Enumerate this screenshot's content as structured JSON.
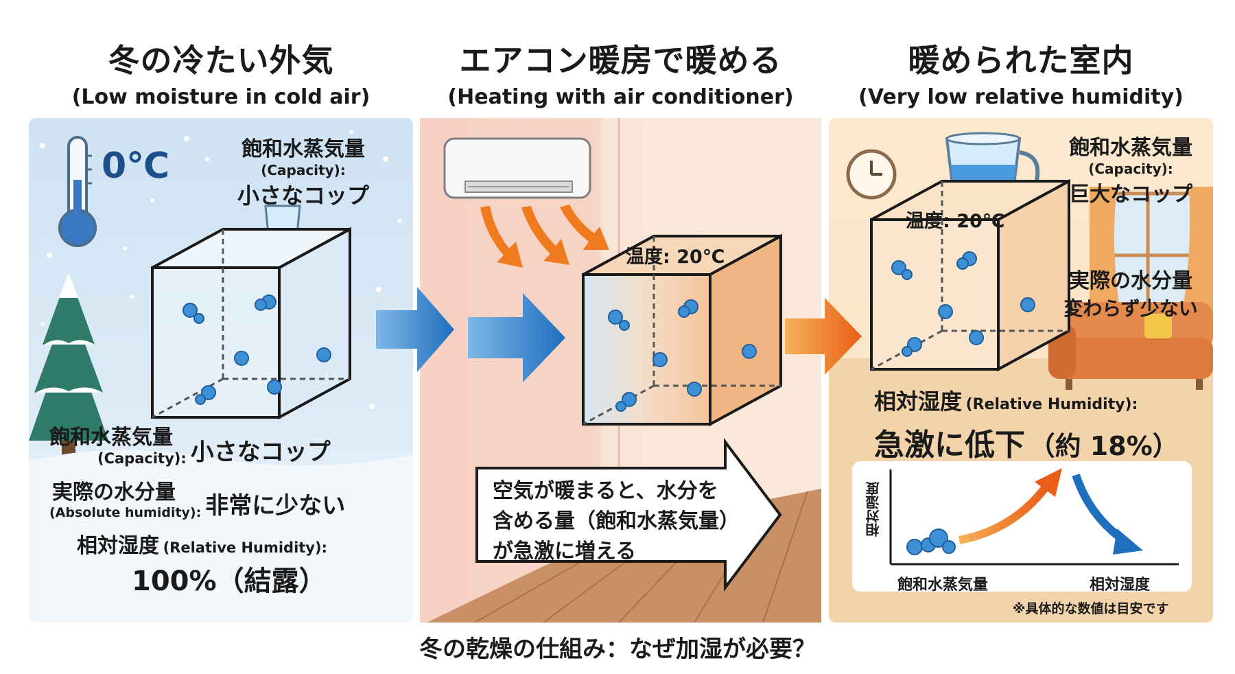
{
  "headers": [
    {
      "jp": "冬の冷たい外気",
      "en": "(Low moisture in cold air)"
    },
    {
      "jp": "エアコン暖房で暖める",
      "en": "(Heating with air conditioner)"
    },
    {
      "jp": "暖められた室内",
      "en": "(Very low relative humidity)"
    }
  ],
  "panel1": {
    "temp": "0℃",
    "capacity_title": "飽和水蒸気量",
    "capacity_en": "(Capacity):",
    "capacity_value": "小さなコップ",
    "list": {
      "cap_label": "飽和水蒸気量",
      "cap_en": "(Capacity):",
      "cap_value": "小さなコップ",
      "abs_label": "実際の水分量",
      "abs_en": "(Absolute humidity):",
      "abs_value": "非常に少ない",
      "rh_label": "相対湿度",
      "rh_en": "(Relative Humidity):",
      "rh_value": "100%（結露）"
    }
  },
  "panel2": {
    "cube_label": "温度: 20℃",
    "callout": [
      "空気が暖まると、水分を",
      "含める量（飽和水蒸気量）",
      "が急激に増える"
    ]
  },
  "panel3": {
    "cube_label": "温度: 20℃",
    "capacity_title": "飽和水蒸気量",
    "capacity_en": "(Capacity):",
    "capacity_value": "巨大なコップ",
    "abs_label": "実際の水分量",
    "abs_value": "変わらず少ない",
    "rh_label": "相対湿度",
    "rh_en": "(Relative Humidity):",
    "rh_value": "急激に低下",
    "rh_approx": "（約 18%）",
    "graph": {
      "ylabel": "相対湿度",
      "xlabel1": "飽和水蒸気量",
      "xlabel2": "相対湿度"
    },
    "note": "※具体的な数値は目安です"
  },
  "footer": "冬の乾燥の仕組み：なぜ加湿が必要？",
  "colors": {
    "arrow_blue": "#1f6fbf",
    "arrow_orange": "#ee7a1a",
    "water": "#3d8fd6"
  }
}
